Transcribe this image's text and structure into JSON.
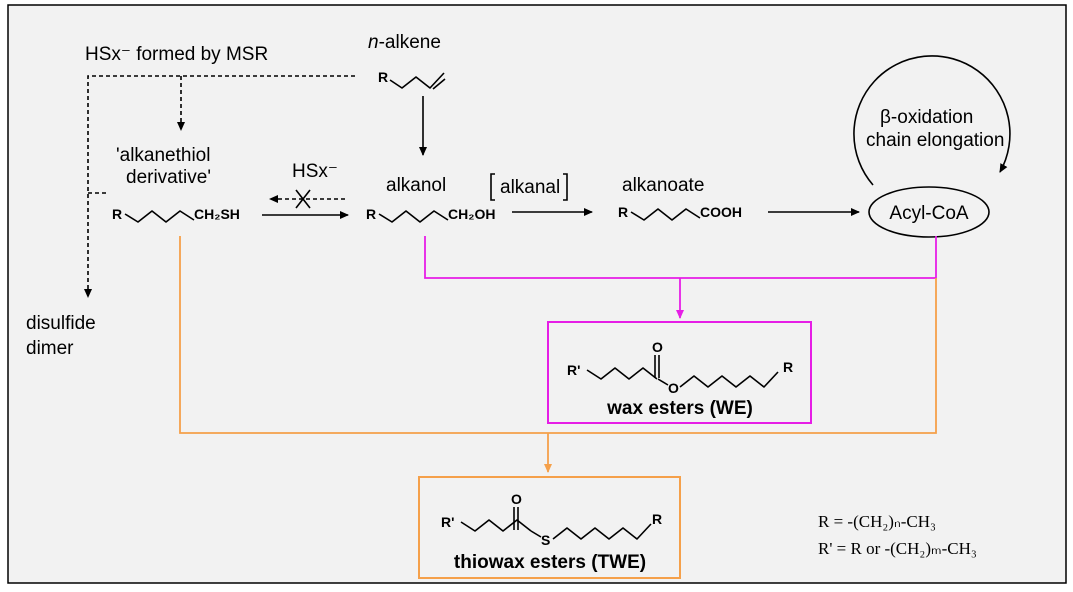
{
  "labels": {
    "hsx_formed": "HSx⁻ formed by MSR",
    "n_alkene_prefix": "n",
    "n_alkene_suffix": "-alkene",
    "alkanethiol_line1": "'alkanethiol",
    "alkanethiol_line2": "derivative'",
    "hsx": "HSx⁻",
    "alkanol": "alkanol",
    "alkanal": "alkanal",
    "alkanoate": "alkanoate",
    "beta_oxidation": "β-oxidation",
    "chain_elongation": "chain elongation",
    "acyl_coa": "Acyl-CoA",
    "disulfide_line1": "disulfide",
    "disulfide_line2": "dimer",
    "wax_esters": "wax esters (WE)",
    "thiowax_esters": "thiowax esters (TWE)"
  },
  "structures": {
    "r": "R",
    "r_prime": "R'",
    "ch2sh": "CH₂SH",
    "ch2oh": "CH₂OH",
    "cooh": "COOH",
    "o": "O",
    "s": "S"
  },
  "legend": {
    "r_def": "R = -(CH₂)ₙ-CH₃",
    "r_prime_def": "R' = R or -(CH₂)ₘ-CH₃"
  },
  "colors": {
    "frame_fill": "#f2f2f2",
    "wax_ester_path": "#e61ee6",
    "thiowax_ester_path": "#f5a04a"
  }
}
